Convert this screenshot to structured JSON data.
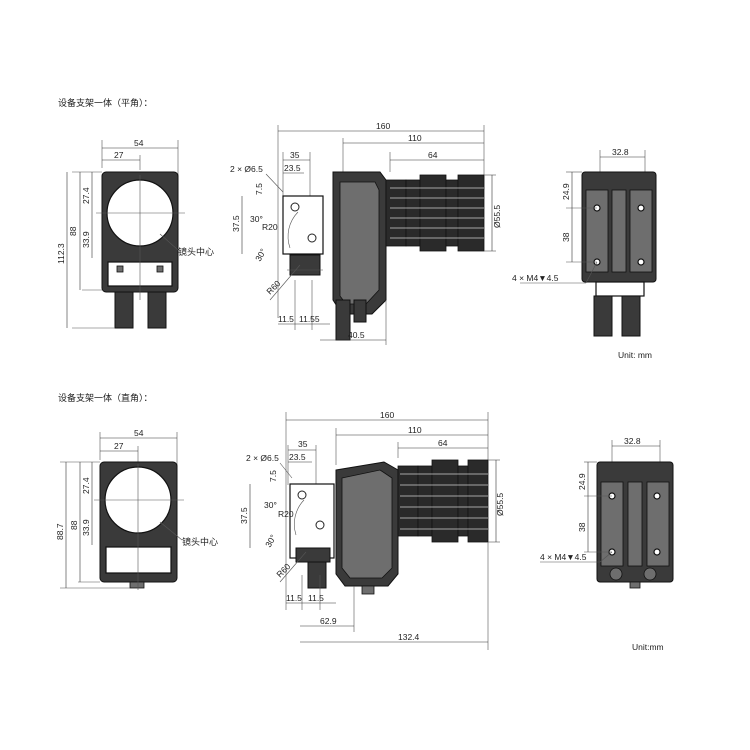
{
  "sections": [
    {
      "label": "设备支架一体（平角）：",
      "unit": "Unit: mm",
      "front": {
        "d54": "54",
        "d27": "27",
        "d27_4": "27.4",
        "d88": "88",
        "d33_9": "33.9",
        "d112_3": "112.3",
        "lens_center": "镜头中心"
      },
      "side": {
        "d160": "160",
        "d110": "110",
        "d64": "64",
        "d35": "35",
        "d23_5": "23.5",
        "hole": "2 × Ø6.5",
        "d7_5": "7.5",
        "d37_5": "37.5",
        "d30a": "30°",
        "d30b": "30°",
        "r20": "R20",
        "r60": "R60",
        "d11_5a": "11.5",
        "d11_5b": "11.55",
        "d40_5": "40.5",
        "dia55_5": "Ø55.5"
      },
      "rear": {
        "d32_8": "32.8",
        "d24_9": "24.9",
        "d38": "38",
        "screw": "4 × M4▼4.5"
      }
    },
    {
      "label": "设备支架一体（直角）：",
      "unit": "Unit:mm",
      "front": {
        "d54": "54",
        "d27": "27",
        "d27_4": "27.4",
        "d88": "88",
        "d33_9": "33.9",
        "d88_7": "88.7",
        "lens_center": "镜头中心"
      },
      "side": {
        "d160": "160",
        "d110": "110",
        "d64": "64",
        "d35": "35",
        "d23_5": "23.5",
        "hole": "2 × Ø6.5",
        "d7_5": "7.5",
        "d37_5": "37.5",
        "d30a": "30°",
        "d30b": "30°",
        "r20": "R20",
        "r60": "R60",
        "d11_5a": "11.5",
        "d11_5b": "11.5",
        "d62_9": "62.9",
        "d132_4": "132.4",
        "dia55_5": "Ø55.5"
      },
      "rear": {
        "d32_8": "32.8",
        "d24_9": "24.9",
        "d38": "38",
        "screw": "4 × M4▼4.5"
      }
    }
  ]
}
